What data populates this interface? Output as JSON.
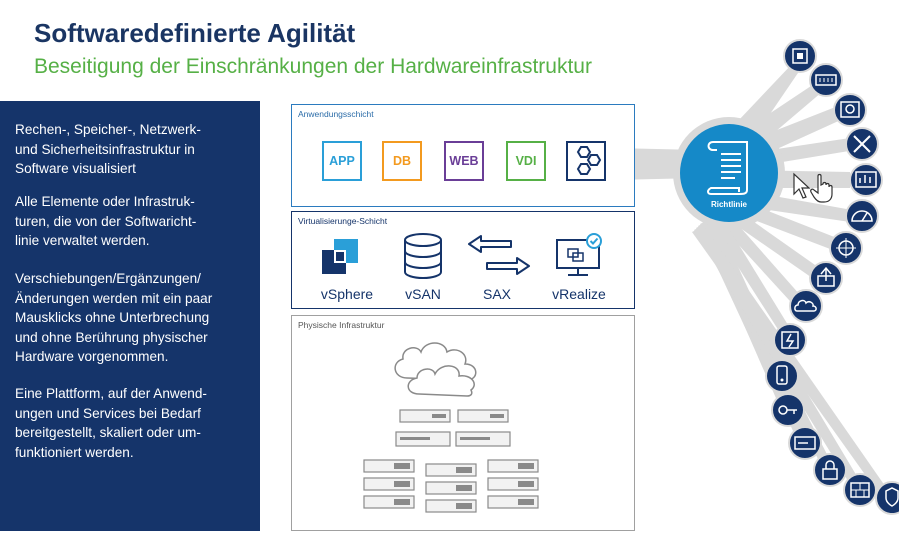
{
  "header": {
    "title": "Softwaredefinierte Agilität",
    "subtitle": "Beseitigung der Einschränkungen der Hardwareinfrastruktur"
  },
  "left_panel": {
    "paragraphs": [
      [
        "Rechen-, Speicher-, Netzwerk-",
        "und Sicherheitsinfrastruktur in",
        "Software visualisiert"
      ],
      [
        "Alle Elemente oder Infrastruk-",
        "turen, die von der Softwaricht-",
        "linie verwaltet werden."
      ],
      [
        "Verschiebungen/Ergänzungen/",
        "Änderungen werden mit ein paar",
        "Mausklicks ohne Unterbrechung",
        "und ohne Berührung physischer",
        "Hardware vorgenommen."
      ],
      [
        "Eine Plattform, auf der Anwend-",
        "ungen und Services bei Bedarf",
        "bereitgestellt, skaliert oder um-",
        "funktioniert werden."
      ]
    ]
  },
  "app_layer": {
    "title": "Anwendungsschicht",
    "tiles": [
      {
        "label": "APP",
        "color": "#2a9fd8"
      },
      {
        "label": "DB",
        "color": "#f39a1f"
      },
      {
        "label": "WEB",
        "color": "#6a3e97"
      },
      {
        "label": "VDI",
        "color": "#56b046"
      }
    ],
    "icon": "hexagon-cluster-icon"
  },
  "virt_layer": {
    "title": "Virtualisierunge-Schicht",
    "items": [
      {
        "label": "vSphere",
        "icon": "vsphere-icon"
      },
      {
        "label": "vSAN",
        "icon": "database-icon"
      },
      {
        "label": "SAX",
        "icon": "swap-arrows-icon"
      },
      {
        "label": "vRealize",
        "icon": "monitor-check-icon"
      }
    ]
  },
  "phys_layer": {
    "title": "Physische Infrastruktur",
    "icons": [
      "cloud-icon",
      "server-rack-icon"
    ]
  },
  "policy": {
    "label": "Richtlinie",
    "icon": "scroll-icon"
  },
  "spokes": {
    "icons": [
      "chip-icon",
      "memory-icon",
      "hdd-icon",
      "tools-icon",
      "dashboard-icon",
      "gauge-icon",
      "network-icon",
      "upload-icon",
      "cloud-settings-icon",
      "power-icon",
      "mobile-icon",
      "key-icon",
      "card-icon",
      "lock-icon",
      "firewall-icon",
      "shield-icon"
    ]
  },
  "colors": {
    "navy": "#15346a",
    "green": "#56b046",
    "blue": "#1589c8",
    "spoke": "#d9d9d9"
  }
}
